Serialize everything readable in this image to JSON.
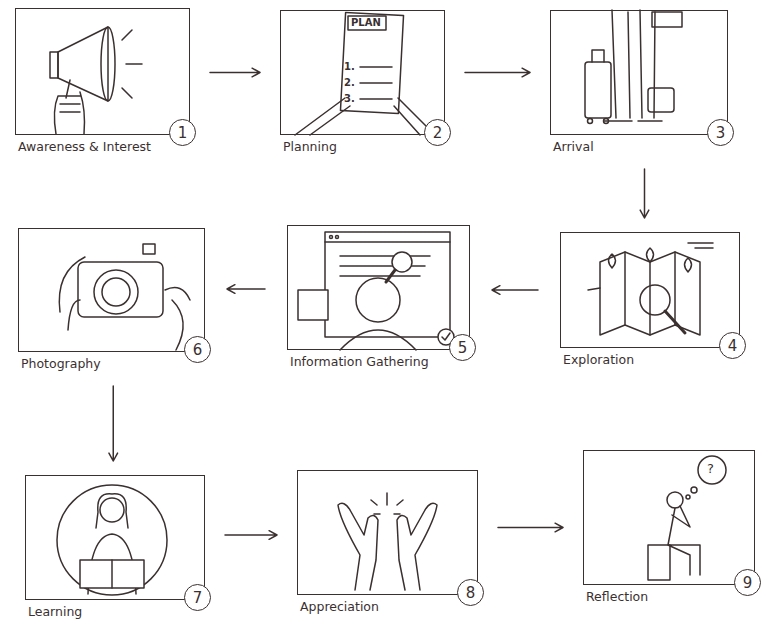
{
  "diagram": {
    "nodes": [
      {
        "text": [
          "Awareness & Interest"
        ]
      },
      {
        "text": [
          "1"
        ],
        "in": 0
      },
      {
        "text": [
          "Planning"
        ]
      },
      {
        "text": [
          "2"
        ],
        "in": 2
      },
      {
        "text": [
          "Arrival"
        ]
      },
      {
        "text": [
          "3"
        ],
        "in": 4
      },
      {
        "text": [
          "Exploration"
        ]
      },
      {
        "text": [
          "4"
        ],
        "in": 6
      },
      {
        "text": [
          "Information Gathering"
        ]
      },
      {
        "text": [
          "5"
        ],
        "in": 8
      },
      {
        "text": [
          "Photography"
        ]
      },
      {
        "text": [
          "6"
        ],
        "in": 10
      },
      {
        "text": [
          "Learning"
        ]
      },
      {
        "text": [
          "7"
        ],
        "in": 12
      },
      {
        "text": [
          "Appreciation"
        ]
      },
      {
        "text": [
          "8"
        ],
        "in": 14
      },
      {
        "text": [
          "Reflection"
        ]
      },
      {
        "text": [
          "9"
        ],
        "in": 16
      }
    ],
    "edges": [
      {
        "from": 0,
        "to": 2,
        "arrow": "to"
      },
      {
        "from": 2,
        "to": 4,
        "arrow": "to"
      },
      {
        "from": 4,
        "to": 6,
        "arrow": "to"
      },
      {
        "from": 6,
        "to": 8,
        "arrow": "to"
      },
      {
        "from": 8,
        "to": 10,
        "arrow": "to"
      },
      {
        "from": 10,
        "to": 12,
        "arrow": "to"
      },
      {
        "from": 12,
        "to": 14,
        "arrow": "to"
      },
      {
        "from": 14,
        "to": 16,
        "arrow": "to"
      }
    ],
    "labels": [
      "PLAN",
      "1.",
      "2.",
      "3.",
      "?"
    ]
  }
}
